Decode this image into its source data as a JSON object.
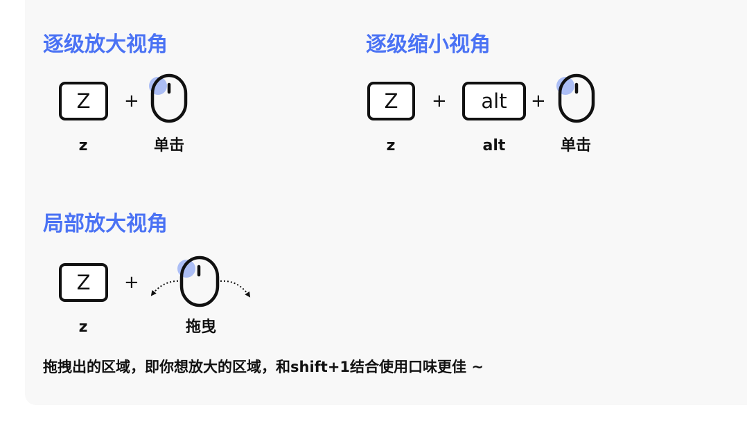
{
  "sections": {
    "zoom_in": {
      "title": "逐级放大视角",
      "key_label": "Z",
      "plus": "+",
      "caption_key": "z",
      "caption_action": "单击"
    },
    "zoom_out": {
      "title": "逐级缩小视角",
      "key_label": "Z",
      "plus1": "+",
      "alt_key_label": "alt",
      "plus2": "+",
      "caption_key": "z",
      "caption_alt": "alt",
      "caption_action": "单击"
    },
    "partial_zoom": {
      "title": "局部放大视角",
      "key_label": "Z",
      "plus": "+",
      "caption_key": "z",
      "caption_action": "拖曳"
    }
  },
  "note": "拖拽出的区域，即你想放大的区域，和shift+1结合使用口味更佳 ~",
  "colors": {
    "title": "#4a72f4",
    "mouse_highlight": "#9fb4f4",
    "card_background": "#f8f8f8",
    "ink": "#111111"
  },
  "icons": {
    "mouse": "mouse-left-click-icon",
    "drag": "drag-arrows-icon"
  }
}
